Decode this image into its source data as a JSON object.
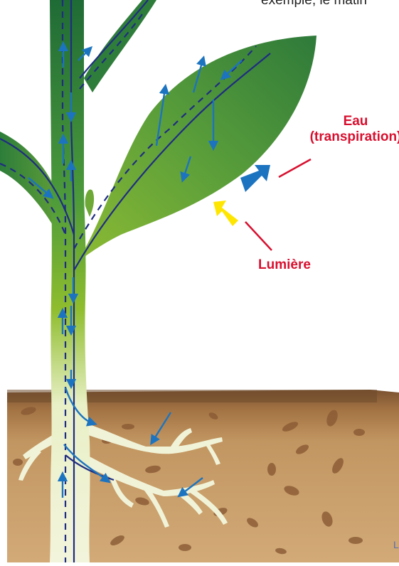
{
  "header": {
    "partial_text": "exemple, le matin"
  },
  "labels": {
    "water": "Eau\n(transpiration)",
    "water_line1": "Eau",
    "water_line2": "(transpiration)",
    "light": "Lumière"
  },
  "footer": {
    "partial_text": "L"
  },
  "colors": {
    "label_red": "#d8102f",
    "water_arrow": "#1c74c0",
    "light_arrow": "#ffe600",
    "vessel_line": "#1f2d82",
    "soil": "#b98b57",
    "stem_top": "#2f7a3a",
    "stem_bottom": "#f1f3d8"
  },
  "icons": {
    "water_arrow": "water-arrow-icon",
    "light_arrow": "light-arrow-icon"
  }
}
